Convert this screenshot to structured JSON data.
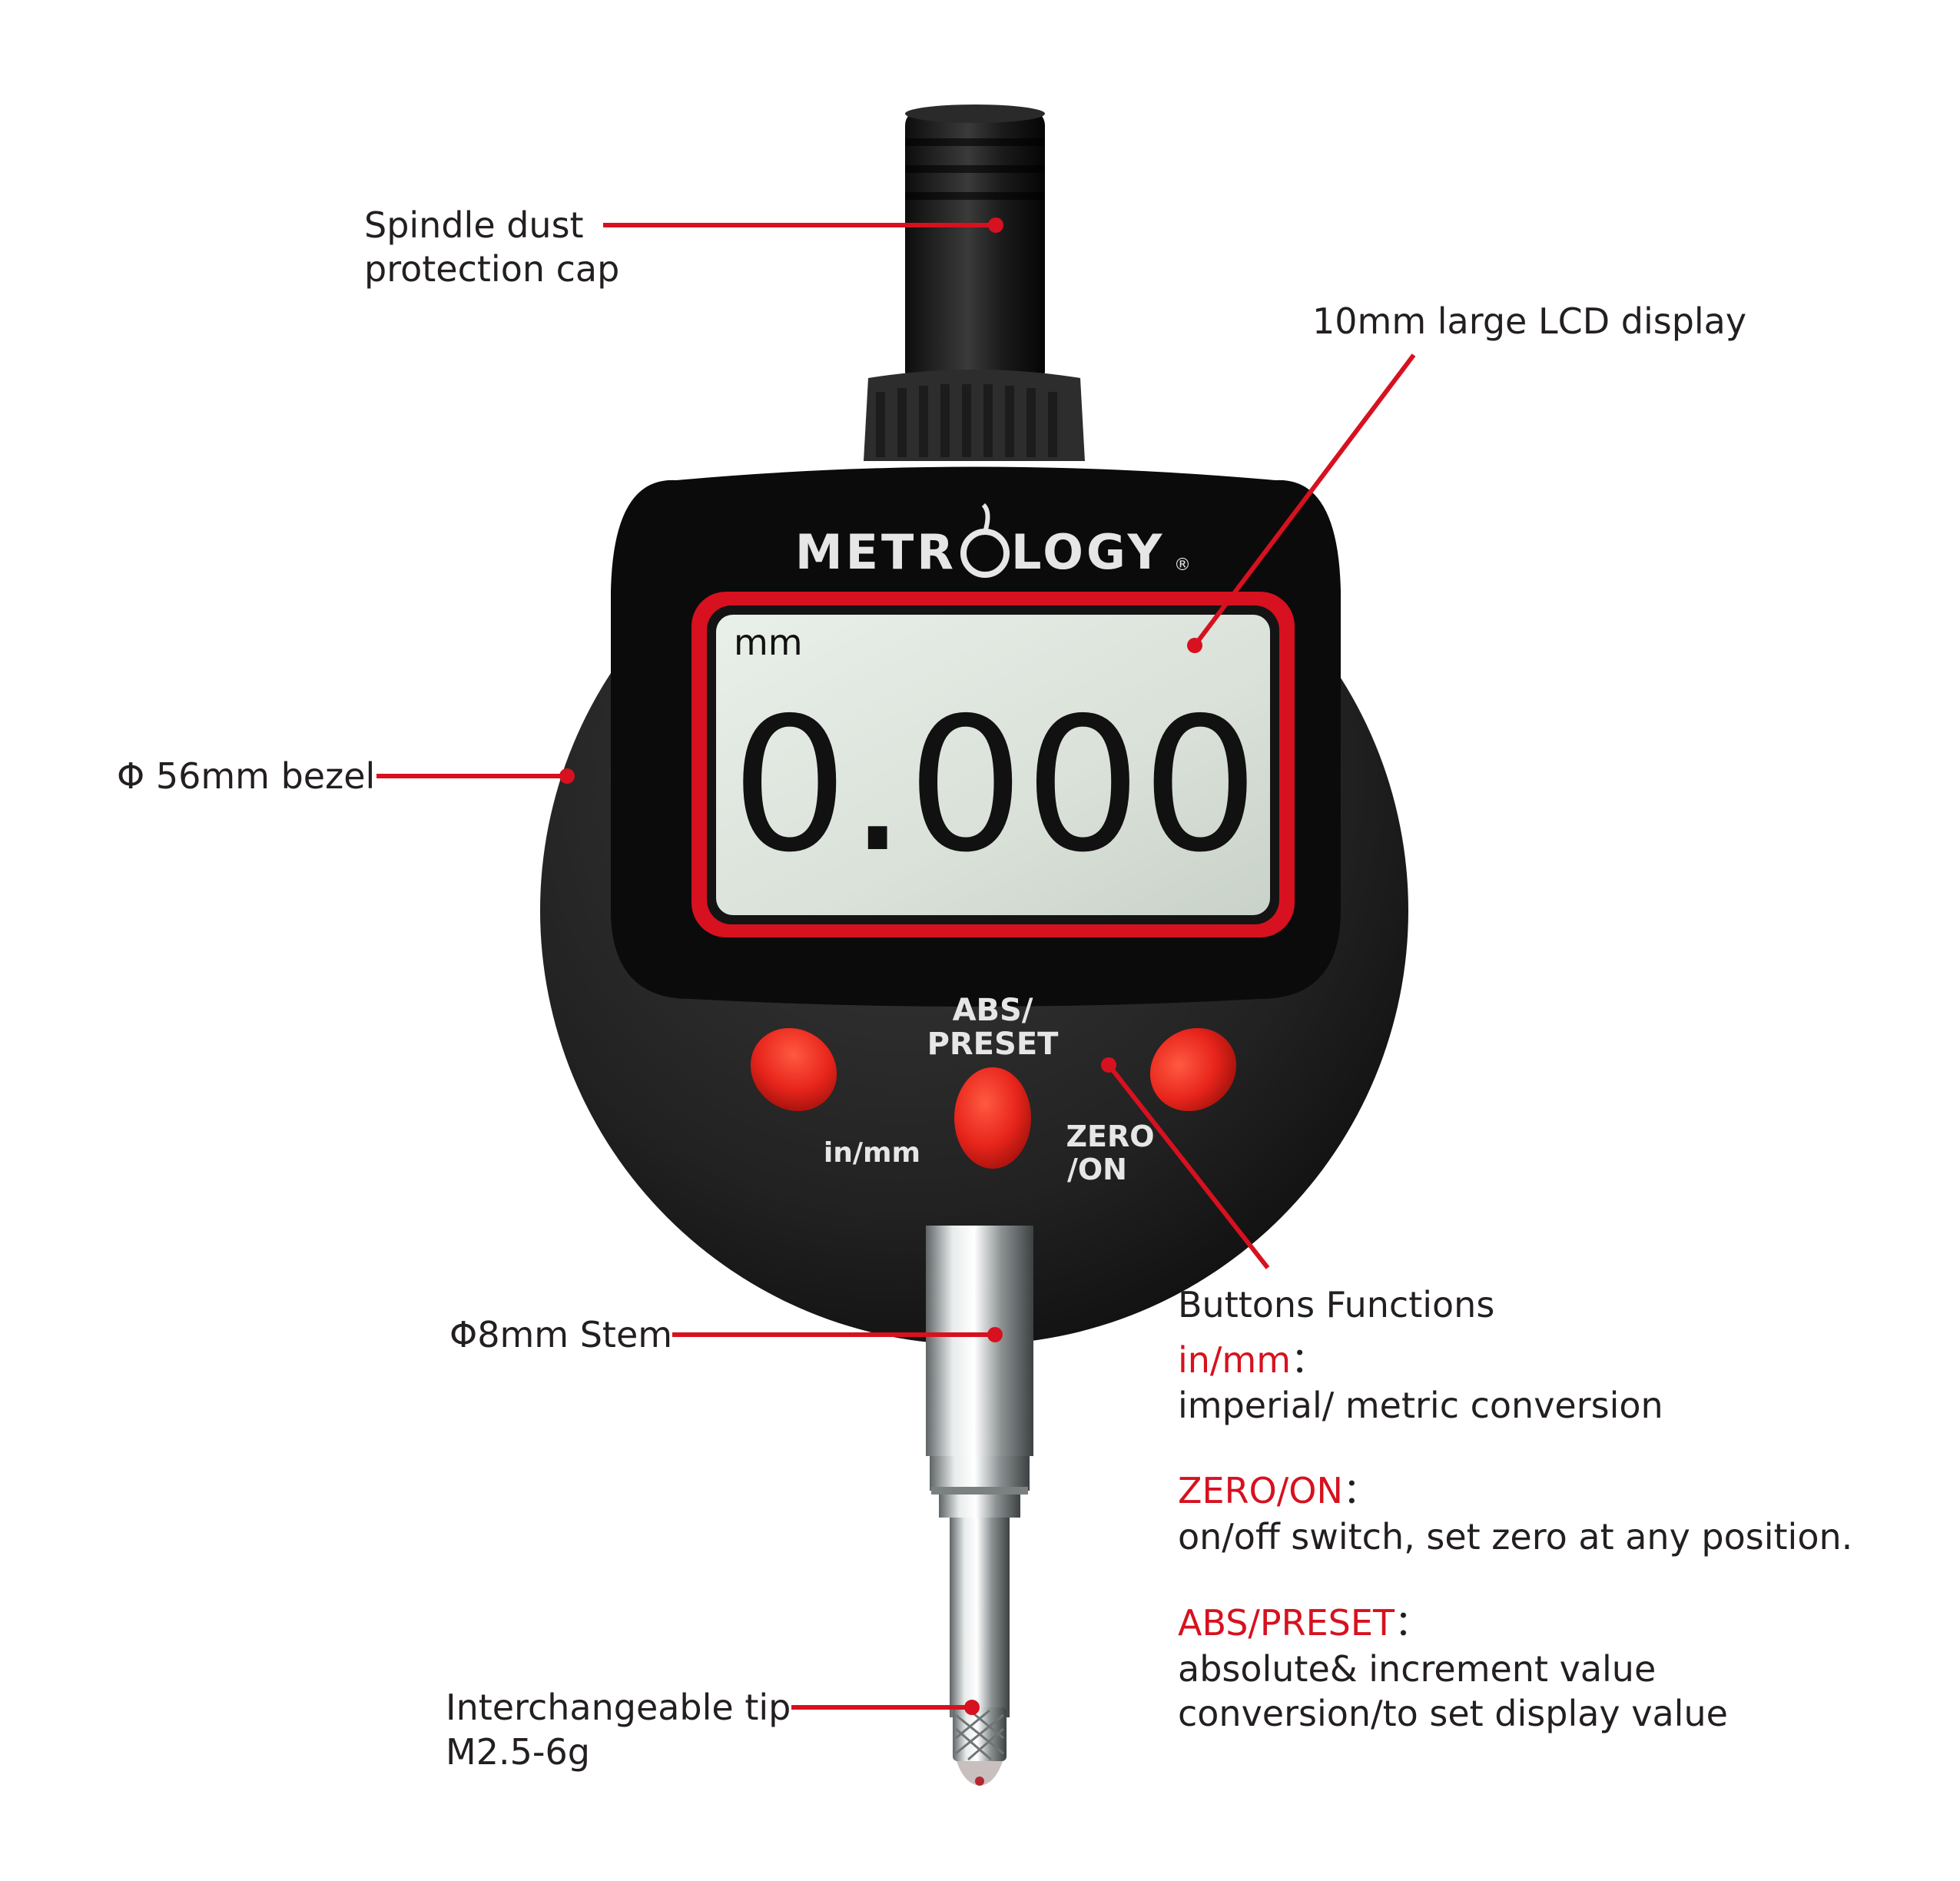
{
  "colors": {
    "accent": "#d7111f",
    "text": "#231f20",
    "body": "#2b2b2b",
    "lcd": "#dfe6df",
    "button": "#e8251c"
  },
  "callouts": {
    "cap": {
      "line1": "Spindle dust",
      "line2": "protection cap"
    },
    "lcd": "10mm large LCD display",
    "bezel": "Φ 56mm bezel",
    "stem": "Φ8mm Stem",
    "tip": {
      "line1": "Interchangeable tip",
      "line2": "M2.5-6g"
    }
  },
  "functions": {
    "title": "Buttons Functions",
    "items": [
      {
        "name": "in/mm",
        "sep": "：",
        "desc": [
          "imperial/ metric conversion"
        ]
      },
      {
        "name": "ZERO/ON",
        "sep": "：",
        "desc": [
          "on/off switch, set zero at any position."
        ]
      },
      {
        "name": "ABS/PRESET",
        "sep": "：",
        "desc": [
          "absolute& increment value",
          "conversion/to set display value"
        ]
      }
    ]
  },
  "device": {
    "brand_left": "METR",
    "brand_right": "LOGY",
    "brand_mark": "®",
    "unit": "mm",
    "reading": "0.000",
    "buttons": {
      "abs_line1": "ABS/",
      "abs_line2": "PRESET",
      "inmm": "in/mm",
      "zero_line1": "ZERO",
      "zero_line2": "/ON"
    }
  }
}
